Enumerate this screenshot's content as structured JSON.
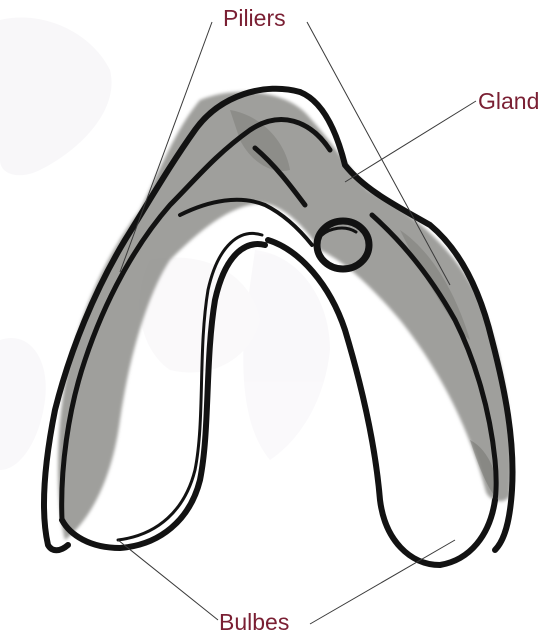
{
  "figure": {
    "labels": {
      "piliers": "Piliers",
      "gland": "Gland",
      "bulbes": "Bulbes"
    },
    "colors": {
      "label_text": "#7a1f33",
      "ink": "#121212",
      "wash": "#8a8a86",
      "leader_line": "#3a3a3a"
    }
  }
}
